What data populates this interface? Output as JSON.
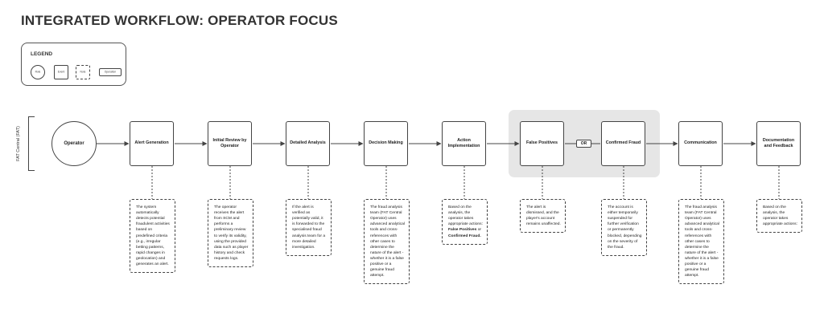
{
  "title": "INTEGRATED WORKFLOW: OPERATOR FOCUS",
  "legend": {
    "title": "LEGEND",
    "role_label": "Role",
    "event_label": "Event",
    "note_label": "Note",
    "operation_label": "Operation"
  },
  "swimlane_label": "FAT Central (FAT)",
  "operator_label": "Operator",
  "or_label": "OR",
  "steps": [
    {
      "label": "Alert Generation"
    },
    {
      "label": "Initial Review by Operator"
    },
    {
      "label": "Detailed Analysis"
    },
    {
      "label": "Decision Making"
    },
    {
      "label": "Action Implementation"
    },
    {
      "label": "False Positives"
    },
    {
      "label": "Confirmed Fraud"
    },
    {
      "label": "Communication"
    },
    {
      "label": "Documentation and Feedback"
    }
  ],
  "notes": [
    {
      "text": "The system automatically detects potential fraudulent activities based on predefined criteria (e.g., irregular betting patterns, rapid changes in geolocation) and generates an alert."
    },
    {
      "text": "The operator receives the alert from SCM and performs a preliminary review to verify its validity, using the provided data such as player history and check requests logs."
    },
    {
      "text": "If the alert is verified as potentially valid, it is forwarded to the specialised fraud analysis team for a more detailed investigation."
    },
    {
      "text": "The fraud analysis team (FAT Central Operator) uses advanced analytical tools and cross-references with other cases to determine the nature of the alert - whether it is a false positive or a genuine fraud attempt."
    },
    {
      "text_before": "Based on the analysis, the operator takes appropriate actions: ",
      "bold1": "False Positives",
      "text_mid": " or ",
      "bold2": "Confirmed Fraud."
    },
    {
      "text": "The alert is dismissed, and the player's account remains unaffected."
    },
    {
      "text": "The account is either temporarily suspended for further verification or permanently blocked, depending on the severity of the fraud."
    },
    {
      "text": "The fraud analysis team (FAT Central Operator) uses advanced analytical tools and cross-references with other cases to determine the nature of the alert - whether it is a false positive or a genuine fraud attempt."
    },
    {
      "text": "Based on the analysis, the operator takes appropriate actions:"
    }
  ]
}
